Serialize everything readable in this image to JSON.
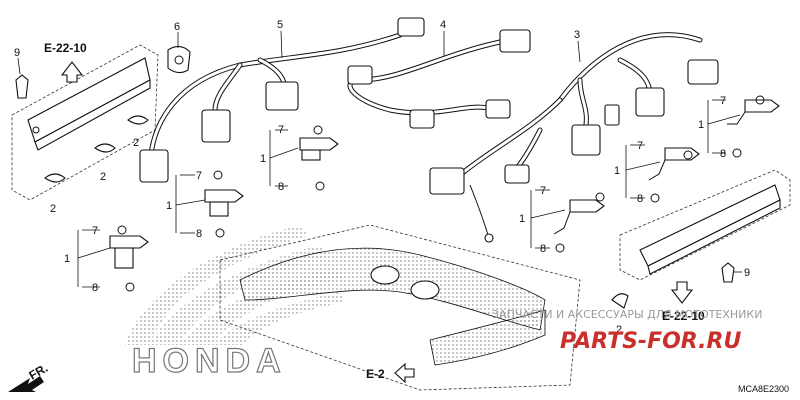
{
  "diagram": {
    "part_numbers": {
      "p1": "1",
      "p2": "2",
      "p3": "3",
      "p4": "4",
      "p5": "5",
      "p6": "6",
      "p7": "7",
      "p8": "8",
      "p9": "9"
    },
    "references": {
      "ref_e22_left": "E-22-10",
      "ref_e22_right": "E-22-10",
      "ref_e2": "E-2"
    },
    "direction_label": "FR.",
    "brand_mark": "HONDA",
    "diagram_code": "MCA8E2300",
    "watermark_text": "ЗАПЧАСТИ И АКСЕССУАРЫ ДЛЯ МОТОТЕХНИКИ",
    "watermark_site": "PARTS-FOR.RU",
    "colors": {
      "ink": "#111111",
      "watermark_red": "#c9302c",
      "watermark_gray": "#9a9a9a"
    }
  }
}
